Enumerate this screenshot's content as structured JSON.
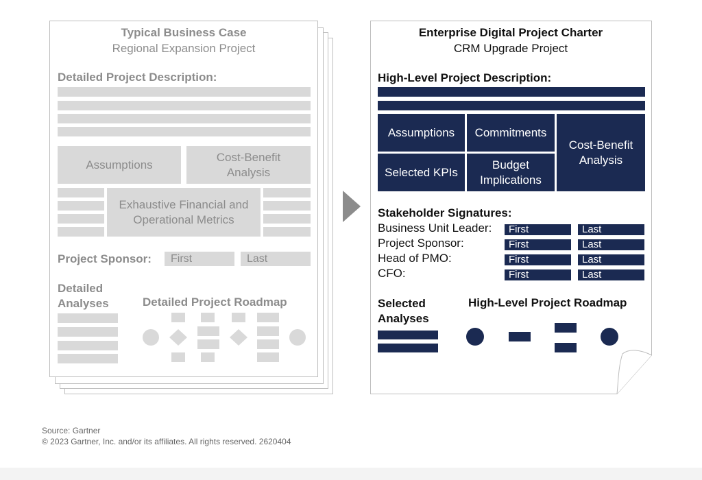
{
  "left_doc": {
    "title": "Typical Business Case",
    "subtitle": "Regional Expansion Project",
    "section_description": "Detailed Project Description:",
    "box_assumptions": "Assumptions",
    "box_cost_benefit": "Cost-Benefit\nAnalysis",
    "box_financial": "Exhaustive Financial and\nOperational Metrics",
    "sponsor_label": "Project Sponsor:",
    "sponsor_first": "First",
    "sponsor_last": "Last",
    "analyses_label": "Detailed\nAnalyses",
    "roadmap_label": "Detailed Project Roadmap"
  },
  "right_doc": {
    "title": "Enterprise Digital Project Charter",
    "subtitle": "CRM Upgrade Project",
    "section_description": "High-Level Project Description:",
    "box_assumptions": "Assumptions",
    "box_commitments": "Commitments",
    "box_cost_benefit": "Cost-Benefit\nAnalysis",
    "box_kpis": "Selected KPIs",
    "box_budget": "Budget\nImplications",
    "signatures_label": "Stakeholder Signatures:",
    "signatures": [
      {
        "role": "Business Unit Leader:",
        "first": "First",
        "last": "Last"
      },
      {
        "role": "Project Sponsor:",
        "first": "First",
        "last": "Last"
      },
      {
        "role": "Head of PMO:",
        "first": "First",
        "last": "Last"
      },
      {
        "role": "CFO:",
        "first": "First",
        "last": "Last"
      }
    ],
    "analyses_label": "Selected\nAnalyses",
    "roadmap_label": "High-Level Project Roadmap"
  },
  "footer": {
    "source": "Source: Gartner",
    "copyright": "© 2023 Gartner, Inc. and/or its affiliates. All rights reserved. 2620404"
  },
  "colors": {
    "navy": "#1b2a52",
    "light_gray": "#d9d9d9",
    "gray_text": "#8c8c8c",
    "arrow": "#8c8c8c"
  }
}
